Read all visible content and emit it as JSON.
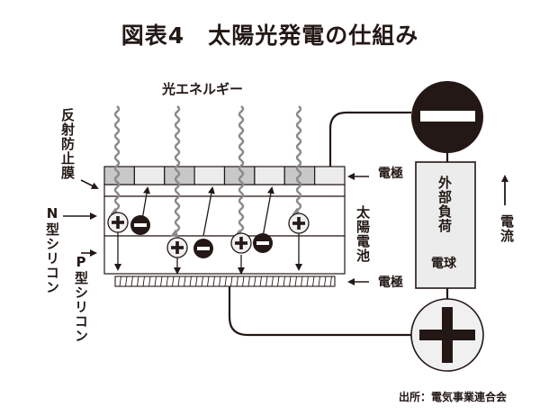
{
  "title": "図表4　太陽光発電の仕組み",
  "labels": {
    "light_energy": "光エネルギー",
    "anti_reflection_film": "反射防止膜",
    "n_type_silicon": "N型シリコン",
    "p_type_silicon": "P型シリコン",
    "solar_cell": "太陽電池",
    "electrode_top": "電極",
    "electrode_bottom": "電極",
    "external_load": "外部負荷",
    "light_bulb": "電球",
    "current": "電流",
    "source": "出所：電気事業連合会"
  },
  "terminals": {
    "negative": "minus-terminal",
    "positive": "plus-terminal"
  },
  "colors": {
    "ink": "#231815",
    "electrode_dark_cell": "#c8c8c8",
    "electrode_light_cell": "#ececec",
    "wave": "#8a8a8a",
    "load_box": "#ececec",
    "hole_fill": "#f0f0f0"
  },
  "carriers": [
    {
      "type": "hole",
      "layer": "N"
    },
    {
      "type": "electron",
      "layer": "N"
    },
    {
      "type": "hole",
      "layer": "P"
    },
    {
      "type": "electron",
      "layer": "P"
    },
    {
      "type": "hole",
      "layer": "P"
    },
    {
      "type": "electron",
      "layer": "P"
    },
    {
      "type": "hole",
      "layer": "N"
    }
  ]
}
